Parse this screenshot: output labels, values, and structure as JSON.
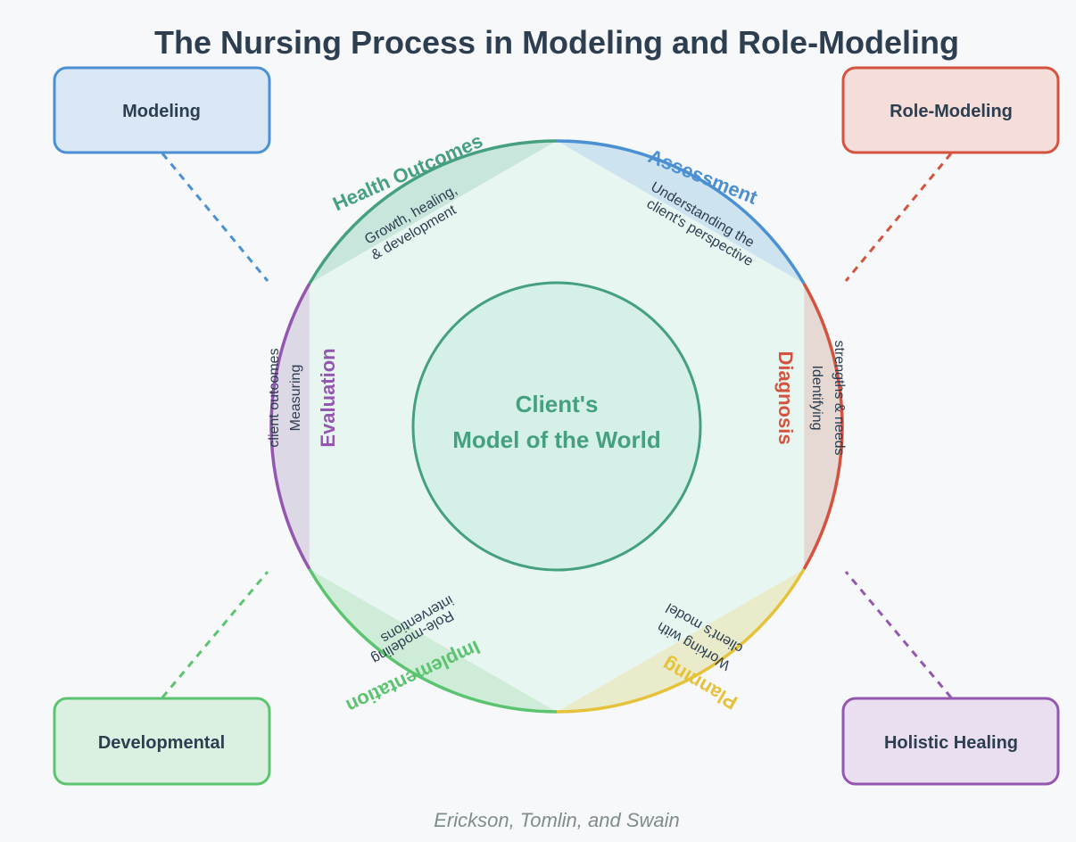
{
  "title": "The Nursing Process in Modeling and Role-Modeling",
  "center": {
    "line1": "Client's",
    "line2": "Model of the World",
    "color": "#45a080",
    "fill": "#d5f0e8"
  },
  "phases": [
    {
      "key": "assessment",
      "label": "Assessment",
      "desc1": "Understanding the",
      "desc2": "client's perspective",
      "color": "#4a90d2",
      "fill": "#cde3ef"
    },
    {
      "key": "diagnosis",
      "label": "Diagnosis",
      "desc1": "Identifying",
      "desc2": "strengths & needs",
      "color": "#d4533f",
      "fill": "#e6d8d2"
    },
    {
      "key": "planning",
      "label": "Planning",
      "desc1": "Working with",
      "desc2": "client's model",
      "color": "#e6c23a",
      "fill": "#e9ebcb"
    },
    {
      "key": "implementation",
      "label": "Implementation",
      "desc1": "Role-modeling",
      "desc2": "interventions",
      "color": "#5cc470",
      "fill": "#cfecd8"
    },
    {
      "key": "evaluation",
      "label": "Evaluation",
      "desc1": "Measuring",
      "desc2": "client outcomes",
      "color": "#9357b0",
      "fill": "#dcd8e6"
    },
    {
      "key": "health-outcomes",
      "label": "Health Outcomes",
      "desc1": "Growth, healing,",
      "desc2": "& development",
      "color": "#45a080",
      "fill": "#c9e6dc"
    }
  ],
  "corners": [
    {
      "key": "modeling",
      "label": "Modeling",
      "color": "#4a90d2",
      "fill": "#dae8f5"
    },
    {
      "key": "role-modeling",
      "label": "Role-Modeling",
      "color": "#d4533f",
      "fill": "#f5ddd9"
    },
    {
      "key": "developmental",
      "label": "Developmental",
      "color": "#5cc470",
      "fill": "#dbf0e1"
    },
    {
      "key": "holistic-healing",
      "label": "Holistic Healing",
      "color": "#9357b0",
      "fill": "#eadff0"
    }
  ],
  "footer": "Erickson, Tomlin, and Swain",
  "colors": {
    "background": "#f7f8fa",
    "hexagon_fill": "#e8f6f1",
    "text_dark": "#2c3e50",
    "footer_text": "#7f8c8d"
  }
}
